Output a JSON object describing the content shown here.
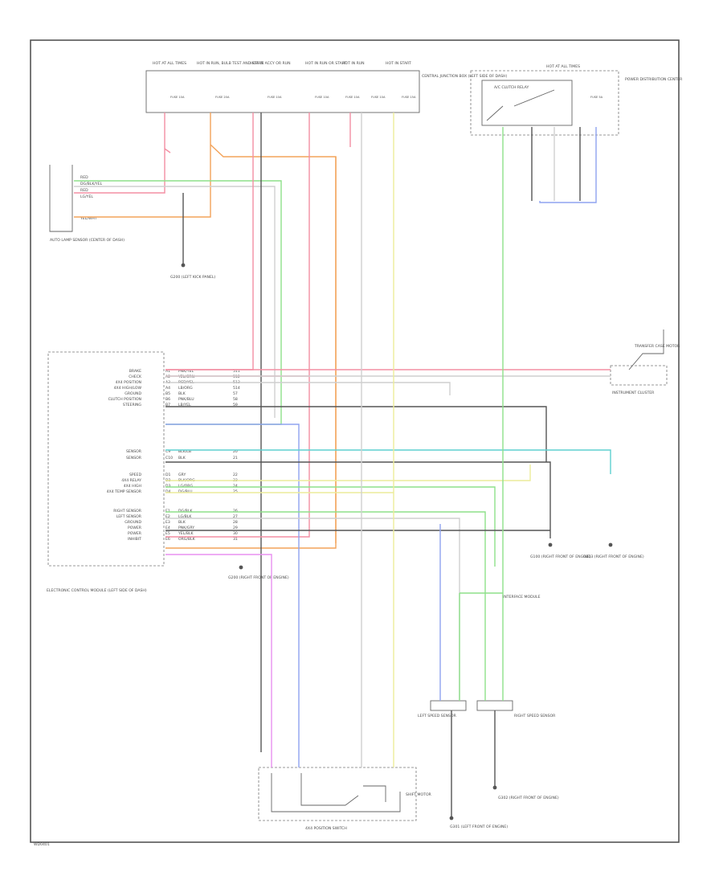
{
  "code": "WD0401",
  "fuse_header": [
    "HOT AT ALL TIMES",
    "HOT IN RUN, BULB TEST AND START",
    "HOT IN ACCY OR RUN",
    "HOT IN RUN OR START",
    "HOT IN RUN",
    "HOT IN START",
    "HOT AT ALL TIMES"
  ],
  "fuses": [
    "FUSE 10A",
    "FUSE 20A",
    "FUSE 10A",
    "FUSE 10A",
    "FUSE 10A",
    "FUSE 10A",
    "FUSE 15A",
    "FUSE 5A"
  ],
  "labels": {
    "fuse_panel": "CENTRAL JUNCTION BOX (LEFT SIDE OF DASH)",
    "relay": "A/C CLUTCH RELAY",
    "pdc": "POWER DISTRIBUTION CENTER",
    "sensor": "AUTO LAMP SENSOR (CENTER OF DASH)",
    "ground": "G200 (LEFT KICK PANEL)",
    "ecu": "ELECTRONIC CONTROL MODULE (LEFT SIDE OF DASH)",
    "cluster": "INSTRUMENT CLUSTER",
    "transfer_case": "TRANSFER CASE MOTOR",
    "g100": "G100 (RIGHT FRONT OF ENGINE)",
    "g103": "G103 (RIGHT FRONT OF ENGINE)",
    "g200b": "G200 (RIGHT FRONT OF ENGINE)",
    "speed_sensor_l": "LEFT SPEED SENSOR",
    "speed_sensor_r": "RIGHT SPEED SENSOR",
    "switch": "4X4 POSITION SWITCH",
    "g301": "G301 (LEFT FRONT OF ENGINE)",
    "g302": "G302 (RIGHT FRONT OF ENGINE)",
    "shift_motor": "SHIFT MOTOR",
    "interface": "INTERFACE MODULE"
  },
  "ecu_pins": [
    {
      "name": "BRAKE",
      "pin": "A1",
      "wire": "PNK/YEL",
      "num": "511"
    },
    {
      "name": "CHECK",
      "pin": "A2",
      "wire": "YEL/GRN",
      "num": "512"
    },
    {
      "name": "4X4 POSITION",
      "pin": "A3",
      "wire": "RED/YEL",
      "num": "513"
    },
    {
      "name": "4X4 HIGH/LOW",
      "pin": "A4",
      "wire": "LB/ORG",
      "num": "514"
    },
    {
      "name": "GROUND",
      "pin": "B5",
      "wire": "BLK",
      "num": "57"
    },
    {
      "name": "CLUTCH POSITION",
      "pin": "B6",
      "wire": "PNK/BLU",
      "num": "58"
    },
    {
      "name": "STEERING",
      "pin": "B7",
      "wire": "LB/YEL",
      "num": "59"
    },
    {
      "name": "SENSOR",
      "pin": "C9",
      "wire": "BLK/LB",
      "num": "20"
    },
    {
      "name": "SENSOR",
      "pin": "C10",
      "wire": "BLK",
      "num": "21"
    },
    {
      "name": "SPEED",
      "pin": "D1",
      "wire": "GRY",
      "num": "22"
    },
    {
      "name": "4X4 RELAY",
      "pin": "D2",
      "wire": "BLK/ORG",
      "num": "23"
    },
    {
      "name": "4X4 HIGH",
      "pin": "D3",
      "wire": "LG/ORG",
      "num": "24"
    },
    {
      "name": "4X4 TEMP SENSOR",
      "pin": "D4",
      "wire": "DG/BLU",
      "num": "25"
    },
    {
      "name": "RIGHT SENSOR",
      "pin": "E1",
      "wire": "DG/BLK",
      "num": "26"
    },
    {
      "name": "LEFT SENSOR",
      "pin": "E2",
      "wire": "LG/BLK",
      "num": "27"
    },
    {
      "name": "GROUND",
      "pin": "E3",
      "wire": "BLK",
      "num": "28"
    },
    {
      "name": "POWER",
      "pin": "E4",
      "wire": "PNK/GRY",
      "num": "29"
    },
    {
      "name": "POWER",
      "pin": "E5",
      "wire": "YEL/BLK",
      "num": "30"
    },
    {
      "name": "INHIBIT",
      "pin": "E6",
      "wire": "ORG/BLK",
      "num": "31"
    }
  ],
  "sensor_pins": [
    "RED",
    "DG/BLK/YEL",
    "RED",
    "LG/YEL",
    "",
    "YEL/WHT"
  ],
  "colors": {
    "pink": "#f38fa3",
    "orange": "#f3a35a",
    "green": "#8ee08a",
    "yellow": "#ecec9a",
    "blue": "#8fa3f0",
    "teal": "#5fd0d0",
    "violet": "#e890f0",
    "gray": "#cfcfcf",
    "dark": "#555555",
    "grid": "#666666"
  }
}
